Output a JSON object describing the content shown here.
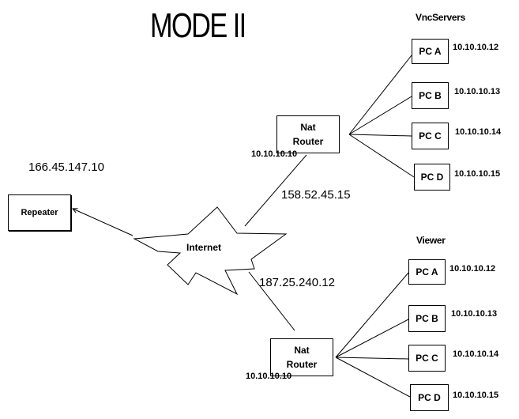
{
  "title": "MODE II",
  "repeater": {
    "label": "Repeater",
    "ip": "166.45.147.10"
  },
  "internet": {
    "label": "Internet"
  },
  "server_side": {
    "heading": "VncServers",
    "router_label_line1": "Nat",
    "router_label_line2": "Router",
    "router_local_ip": "10.10.10.10",
    "router_public_ip": "158.52.45.15",
    "pcs": [
      {
        "label": "PC A",
        "ip": "10.10.10.12"
      },
      {
        "label": "PC B",
        "ip": "10.10.10.13"
      },
      {
        "label": "PC C",
        "ip": "10.10.10.14"
      },
      {
        "label": "PC D",
        "ip": "10.10.10.15"
      }
    ]
  },
  "viewer_side": {
    "heading": "Viewer",
    "router_label_line1": "Nat",
    "router_label_line2": "Router",
    "router_local_ip": "10.10.10.10",
    "router_public_ip": "187.25.240.12",
    "pcs": [
      {
        "label": "PC A",
        "ip": "10.10.10.12"
      },
      {
        "label": "PC B",
        "ip": "10.10.10.13"
      },
      {
        "label": "PC C",
        "ip": "10.10.10.14"
      },
      {
        "label": "PC D",
        "ip": "10.10.10.15"
      }
    ]
  }
}
